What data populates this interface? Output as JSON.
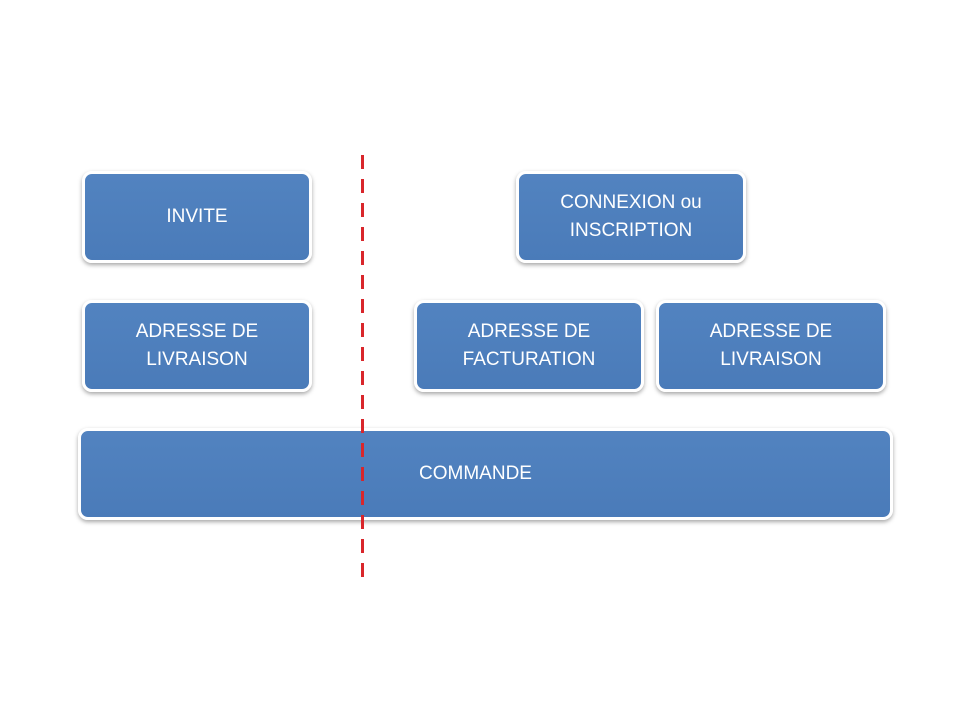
{
  "diagram": {
    "boxes": {
      "invite": "INVITE",
      "connexion": "CONNEXION ou\nINSCRIPTION",
      "adresse_livraison_left": "ADRESSE DE\nLIVRAISON",
      "adresse_facturation": "ADRESSE DE\nFACTURATION",
      "adresse_livraison_right": "ADRESSE DE\nLIVRAISON",
      "commande": "COMMANDE"
    },
    "colors": {
      "box_fill": "#4f81bd",
      "divider": "#d9262b",
      "text": "#ffffff"
    }
  }
}
